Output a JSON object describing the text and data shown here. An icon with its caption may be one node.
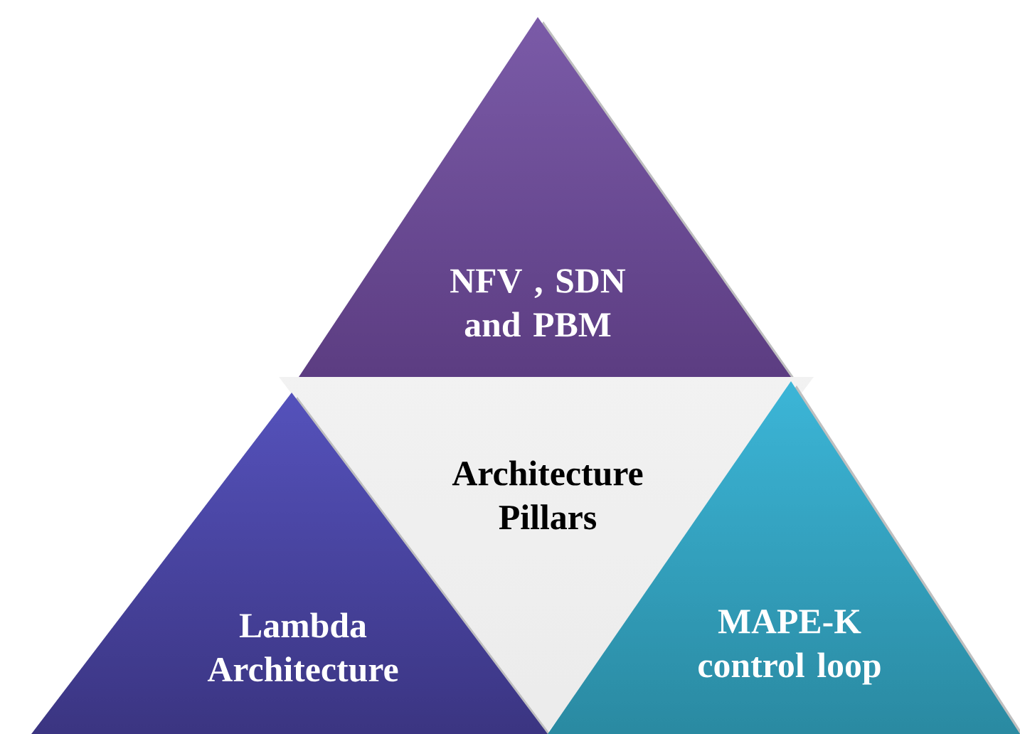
{
  "diagram": {
    "nodes": [
      {
        "text": [
          "NFV , SDN and PBM"
        ]
      },
      {
        "text": [
          "Architecture Pillars"
        ]
      },
      {
        "text": [
          "Lambda Architecture"
        ]
      },
      {
        "text": [
          "MAPE-K control loop"
        ]
      }
    ]
  }
}
